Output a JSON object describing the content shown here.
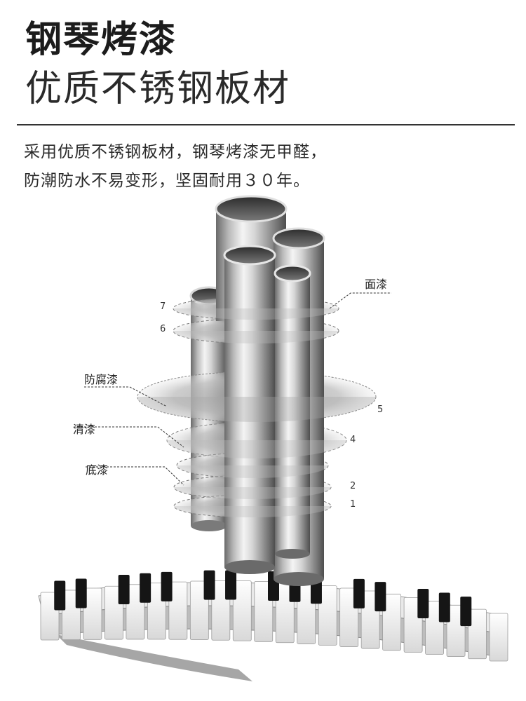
{
  "header": {
    "title": "钢琴烤漆",
    "subtitle": "优质不锈钢板材"
  },
  "description": {
    "line1": "采用优质不锈钢板材，钢琴烤漆无甲醛，",
    "line2": "防潮防水不易变形，坚固耐用３０年。"
  },
  "layers": {
    "face": "面漆",
    "anticorrosion": "防腐漆",
    "clear": "清漆",
    "base": "底漆",
    "n1": "1",
    "n2": "2",
    "n4": "4",
    "n5": "5",
    "n6": "6",
    "n7": "7"
  },
  "colors": {
    "text": "#222222",
    "steel_light": "#f2f2f2",
    "steel_dark": "#5a5a5a",
    "layer_disc": "#c8c8c8"
  }
}
